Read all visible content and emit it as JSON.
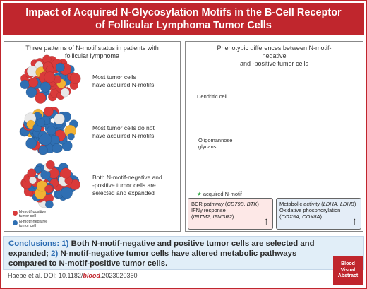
{
  "header": {
    "title_line1": "Impact of Acquired N-Glycosylation Motifs in the B-Cell Receptor",
    "title_line2": "of Follicular Lymphoma Tumor Cells"
  },
  "left_panel": {
    "title_line1": "Three patterns of N-motif status in patients with",
    "title_line2": "follicular lymphoma",
    "patterns": [
      {
        "line1": "Most tumor cells",
        "line2": "have acquired N-motifs",
        "line3": ""
      },
      {
        "line1": "Most tumor cells do not",
        "line2": "have acquired N-motifs",
        "line3": ""
      },
      {
        "line1": "Both N-motif-negative and",
        "line2": "-positive tumor cells are",
        "line3": "selected and expanded"
      }
    ],
    "legend": [
      {
        "line1": "N-motif-positive",
        "line2": "tumor cell",
        "color": "#d93a3a"
      },
      {
        "line1": "N-motif-negative",
        "line2": "tumor cell",
        "color": "#2f6fb3"
      }
    ]
  },
  "right_panel": {
    "title_line1": "Phenotypic differences between N-motif-negative",
    "title_line2": "and -positive tumor cells",
    "dendritic_label": "Dendritic cell",
    "glycan_label_line1": "Oligomannose",
    "glycan_label_line2": "glycans",
    "star_legend": "acquired N-motif",
    "bcr_box": {
      "line1_prefix": "BCR pathway (",
      "line1_genes": "CD79B, BTK",
      "line1_suffix": ")",
      "line2": "IFNγ response",
      "line3_prefix": "(",
      "line3_genes": "IFITM2, IFNGR2",
      "line3_suffix": ")",
      "arrow": "↑"
    },
    "metabolic_box": {
      "line1_prefix": "Metabolic activity (",
      "line1_genes": "LDHA, LDHB",
      "line1_suffix": ")",
      "line2": "Oxidative phosphorylation",
      "line3_prefix": "(",
      "line3_genes": "COX5A, COX8A",
      "line3_suffix": ")",
      "arrow": "↑"
    }
  },
  "conclusion": {
    "label": "Conclusions:",
    "num1": "1)",
    "text1": "Both N-motif-negative and positive tumor cells are selected and expanded;",
    "num2": "2)",
    "text2": "N-motif-negative tumor cells have altered metabolic pathways compared to N-motif-positive tumor cells."
  },
  "citation": {
    "prefix": "Haebe et al. DOI: 10.1182/",
    "journal": "blood",
    "suffix": ".2023020360"
  },
  "badge": {
    "line1": "Blood",
    "line2": "Visual",
    "line3": "Abstract"
  },
  "colors": {
    "brand_red": "#c0262d",
    "n_motif_positive": "#d93a3a",
    "n_motif_negative": "#2f6fb3",
    "conclusion_bg": "#e1eef8",
    "dendritic_cell": "#f2b233",
    "glycan_star": "#3aa84a"
  }
}
